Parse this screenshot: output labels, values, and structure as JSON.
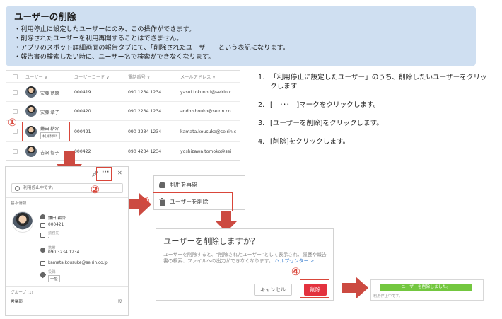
{
  "note": {
    "title": "ユーザーの削除",
    "lines": [
      "・利用停止に設定したユーザーにのみ、この操作ができます。",
      "・削除されたユーザーを利用再開することはできません。",
      "・アプリのスポット詳細画面の報告タブにて、「削除されたユーザー」という表記になります。",
      "・報告書の検索したい時に、ユーザー名で検索ができなくなります。"
    ]
  },
  "table": {
    "headers": [
      "ユーザー ∨",
      "ユーザーコード ∨",
      "電話番号 ∨",
      "メールアドレス ∨"
    ],
    "rows": [
      {
        "name": "安藤 徳原",
        "code": "000419",
        "phone": "090 1234 1234",
        "email": "yasui.tokunori@seirin.c"
      },
      {
        "name": "安藤 章子",
        "code": "000420",
        "phone": "090 2234 1234",
        "email": "ando.shouko@seirin.co."
      },
      {
        "name": "鎌田 耕介",
        "badge": "利用停止",
        "code": "000421",
        "phone": "090 3234 1234",
        "email": "kamata.kousuke@seirin.c"
      },
      {
        "name": "吉沢 智子",
        "code": "000422",
        "phone": "090 4234 1234",
        "email": "yoshizawa.tomoko@sei"
      }
    ]
  },
  "markers": {
    "one": "①",
    "two": "②",
    "three": "③",
    "four": "④"
  },
  "steps": [
    {
      "num": "1.",
      "text": "「利用停止に設定したユーザー」のうち、削除したいユーザーをクリックします"
    },
    {
      "num": "2.",
      "text": "[　･･･　]マークをクリックします。"
    },
    {
      "num": "3.",
      "text": "[ユーザーを削除]をクリックします。"
    },
    {
      "num": "4.",
      "text": "[削除]をクリックします。"
    }
  ],
  "panel": {
    "more_label": "···",
    "close_label": "✕",
    "paused_text": "利用停止中です。",
    "basic_info": "基本情報",
    "name": "鎌田 耕介",
    "code": "000421",
    "dept_label": "勤務先",
    "dept_value": "-",
    "phone_label": "携帯",
    "phone_value": "090 3234 1234",
    "email": "kamata.kousuke@seirin.co.jp",
    "role_label": "役職",
    "role_value": "一般",
    "group_header": "グループ (1)",
    "group_name": "営業部",
    "group_role": "一般"
  },
  "menu": {
    "resume": "利用を再開",
    "delete_user": "ユーザーを削除"
  },
  "dialog": {
    "title": "ユーザーを削除しますか？",
    "body": "ユーザーを削除すると、“削除されたユーザー”として表示され、履歴や報告書の検索、ファイルへの出力ができなくなります。",
    "help_link": "ヘルプセンター ↗",
    "cancel": "キャンセル",
    "delete": "削除"
  },
  "toast": {
    "message": "ユーザーを削除しました。",
    "sub": "利用停止中です。"
  },
  "colors": {
    "accent_red": "#d9463a",
    "arrow_red": "#cc4a41",
    "note_bg": "#cfdff1",
    "delete_button": "#e3323e",
    "toast_green": "#73c73f"
  }
}
